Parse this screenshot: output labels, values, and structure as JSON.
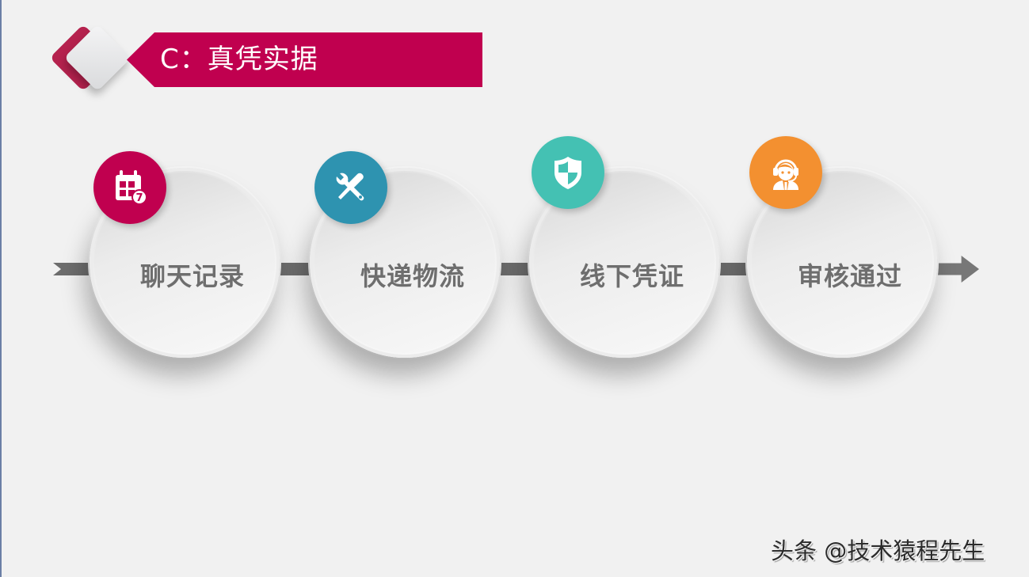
{
  "header": {
    "title": "C：真凭实据",
    "accent_color": "#c0004f"
  },
  "timeline": {
    "steps": [
      {
        "label": "聊天记录",
        "icon": "calendar-icon",
        "color": "#c0004f"
      },
      {
        "label": "快递物流",
        "icon": "tools-icon",
        "color": "#2e93b0"
      },
      {
        "label": "线下凭证",
        "icon": "shield-icon",
        "color": "#44c1b3"
      },
      {
        "label": "审核通过",
        "icon": "customer-service-icon",
        "color": "#f39030"
      }
    ],
    "calendar_badge_number": "7"
  },
  "watermark": {
    "text": "头条 @技术猿程先生"
  }
}
